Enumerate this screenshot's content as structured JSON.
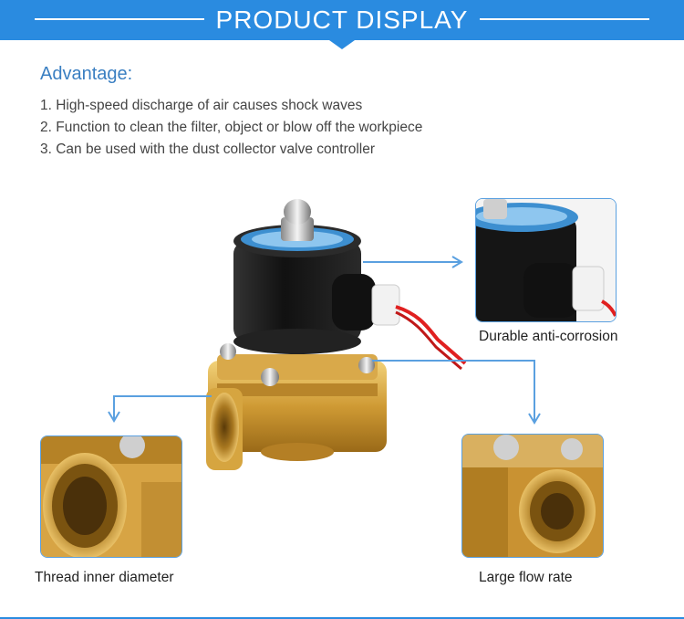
{
  "banner": {
    "title": "PRODUCT DISPLAY"
  },
  "advantage": {
    "title": "Advantage:",
    "items": [
      "1. High-speed discharge of air causes shock waves",
      "2. Function to clean the filter, object or blow off the workpiece",
      "3. Can be used with the dust collector valve controller"
    ]
  },
  "details": {
    "corrosion_caption": "Durable anti-corrosion",
    "thread_caption": "Thread inner diameter",
    "flow_caption": "Large flow rate"
  },
  "colors": {
    "accent": "#2a8be0",
    "brass": "#c9962e",
    "coil": "#1a1a1a",
    "wire": "#e02020"
  }
}
